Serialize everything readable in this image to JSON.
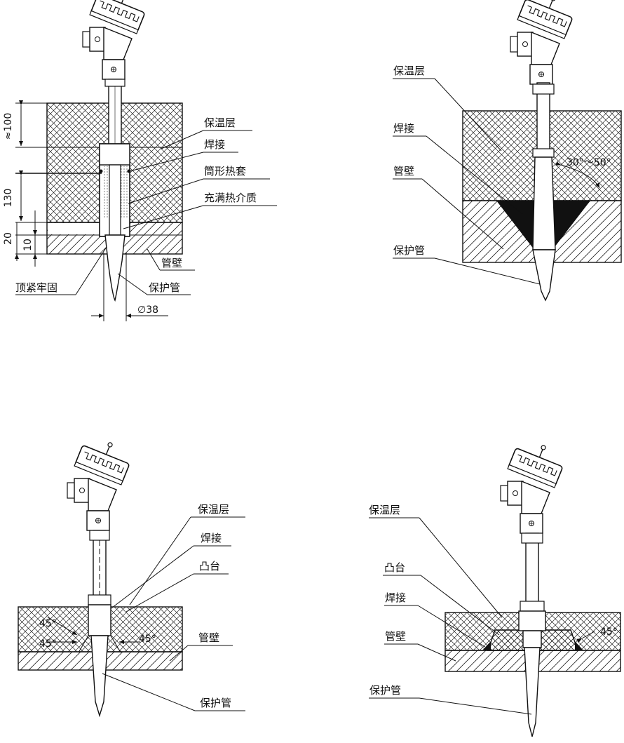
{
  "panel_a": {
    "labels": {
      "insulation": "保温层",
      "weld": "焊接",
      "sleeve": "筒形热套",
      "medium": "充满热介质",
      "wall": "管壁",
      "fasten": "顶紧牢固",
      "tube": "保护管"
    },
    "dims": {
      "d100": "≈100",
      "d130": "130",
      "d20": "20",
      "d10": "10",
      "d38": "∅38"
    }
  },
  "panel_b": {
    "labels": {
      "insulation": "保温层",
      "weld": "焊接",
      "wall": "管壁",
      "tube": "保护管"
    },
    "angle": "30°～50°"
  },
  "panel_c": {
    "labels": {
      "insulation": "保温层",
      "weld": "焊接",
      "boss": "凸台",
      "wall": "管壁",
      "tube": "保护管"
    },
    "angles": [
      "45°",
      "45°",
      "45°"
    ]
  },
  "panel_d": {
    "labels": {
      "insulation": "保温层",
      "boss": "凸台",
      "weld": "焊接",
      "wall": "管壁",
      "tube": "保护管"
    },
    "angle": "45°"
  }
}
